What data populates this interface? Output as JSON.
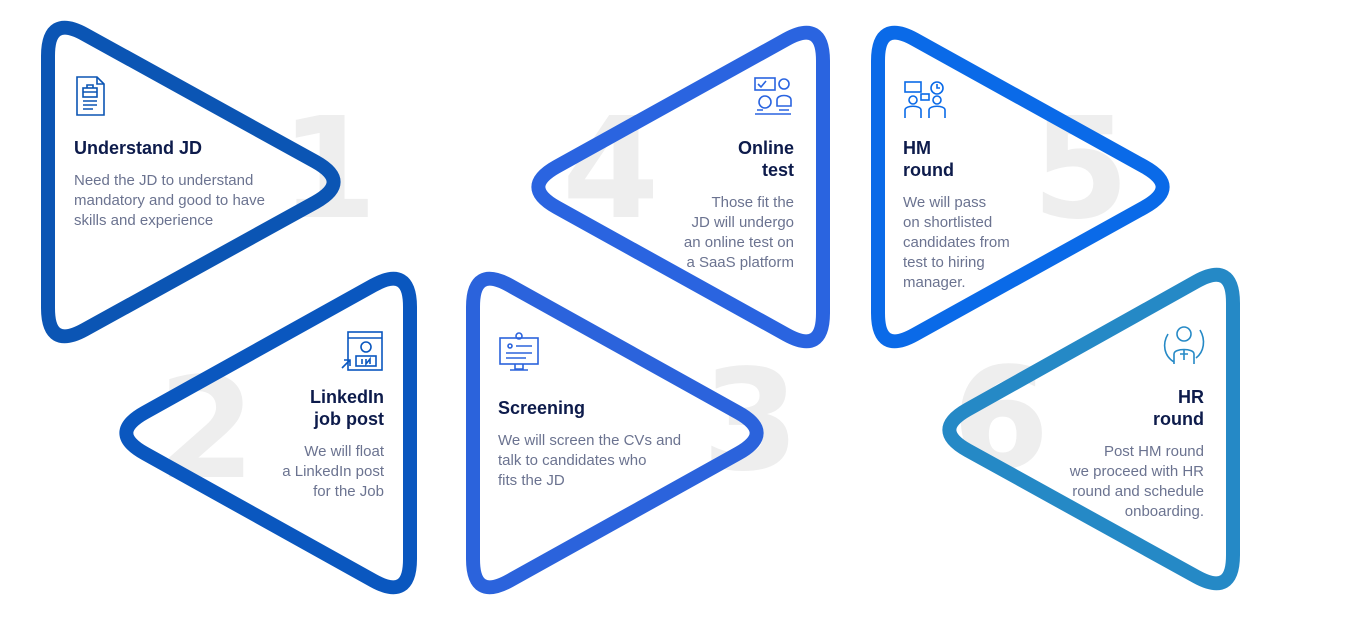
{
  "colors": {
    "step1": "#0b55b4",
    "step2": "#0a57bf",
    "step3": "#2b63dc",
    "step4": "#2a64e0",
    "step5": "#0a6ae8",
    "step6": "#2589c6",
    "title": "#0d1b4b",
    "body": "#6b7390",
    "numeral": "#eeeeee"
  },
  "steps": [
    {
      "number": "1",
      "title": "Understand JD",
      "body": "Need the JD to understand\nmandatory and good to have\nskills and experience",
      "icon": "job-description-icon"
    },
    {
      "number": "2",
      "title": "LinkedIn\njob post",
      "body": "We will float\na LinkedIn post\nfor the Job",
      "icon": "linkedin-post-icon"
    },
    {
      "number": "3",
      "title": "Screening",
      "body": "We will screen the CVs and\ntalk to candidates who\nfits the JD",
      "icon": "screening-monitor-icon"
    },
    {
      "number": "4",
      "title": "Online\ntest",
      "body": "Those fit the\nJD will undergo\nan online test on\na SaaS platform",
      "icon": "online-test-icon"
    },
    {
      "number": "5",
      "title": "HM\nround",
      "body": "We will pass\non shortlisted\ncandidates from\ntest to hiring\nmanager.",
      "icon": "interview-icon"
    },
    {
      "number": "6",
      "title": "HR\nround",
      "body": "Post HM round\nwe proceed with HR\nround and schedule\nonboarding.",
      "icon": "hr-person-icon"
    }
  ]
}
